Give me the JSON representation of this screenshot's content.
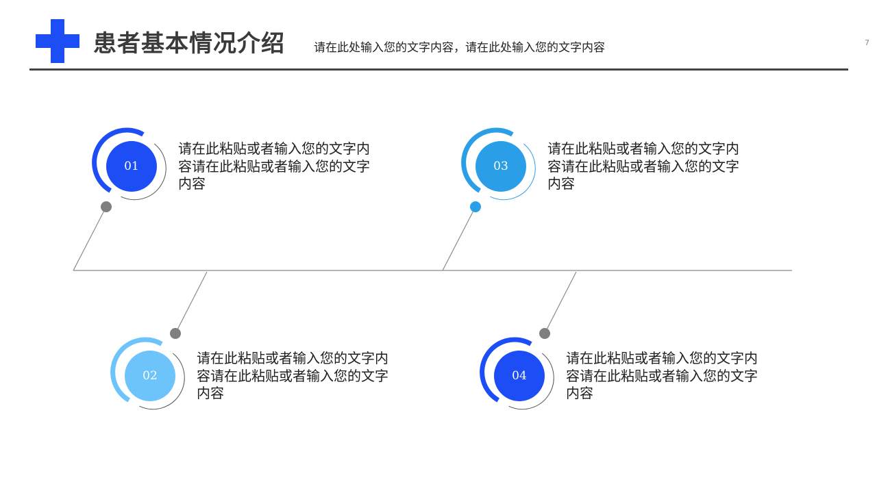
{
  "header": {
    "title": "患者基本情况介绍",
    "subtitle": "请在此处输入您的文字内容，请在此处输入您的文字内容",
    "page_number": "7",
    "icon": "medical-cross-icon",
    "accent_color": "#1d4ef5"
  },
  "timeline": {
    "items": [
      {
        "number": "01",
        "text": "请在此粘贴或者输入您的文字内容请在此粘贴或者输入您的文字内容",
        "color": "#1d4ef5"
      },
      {
        "number": "02",
        "text": "请在此粘贴或者输入您的文字内容请在此粘贴或者输入您的文字内容",
        "color": "#6cc4fb"
      },
      {
        "number": "03",
        "text": "请在此粘贴或者输入您的文字内容请在此粘贴或者输入您的文字内容",
        "color": "#2a9fe8"
      },
      {
        "number": "04",
        "text": "请在此粘贴或者输入您的文字内容请在此粘贴或者输入您的文字内容",
        "color": "#1d4ef5"
      }
    ],
    "line_color": "#8a8a8a",
    "dot_color": "#7f7f7f"
  }
}
